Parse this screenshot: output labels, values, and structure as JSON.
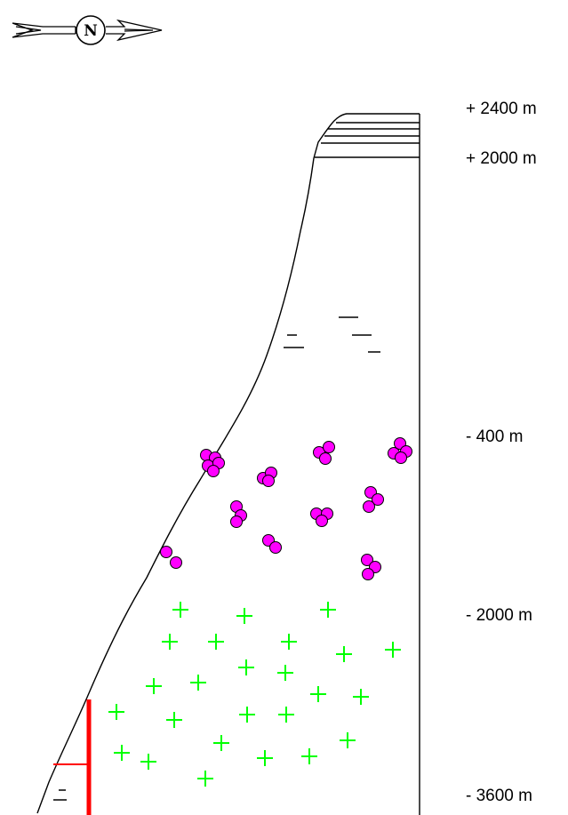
{
  "compass": {
    "label": "N"
  },
  "depth_labels": [
    "+ 2400 m",
    "+ 2000 m",
    "- 400 m",
    "- 2000 m",
    "- 3600 m"
  ],
  "colors": {
    "outline": "#000000",
    "pebbles": "#ff00ff",
    "crosses": "#00ff00",
    "wall": "#ff0000"
  },
  "icons": [
    "north-arrow-icon",
    "pebble-cluster-icon",
    "cross-symbol-icon",
    "dash-symbol-icon"
  ]
}
